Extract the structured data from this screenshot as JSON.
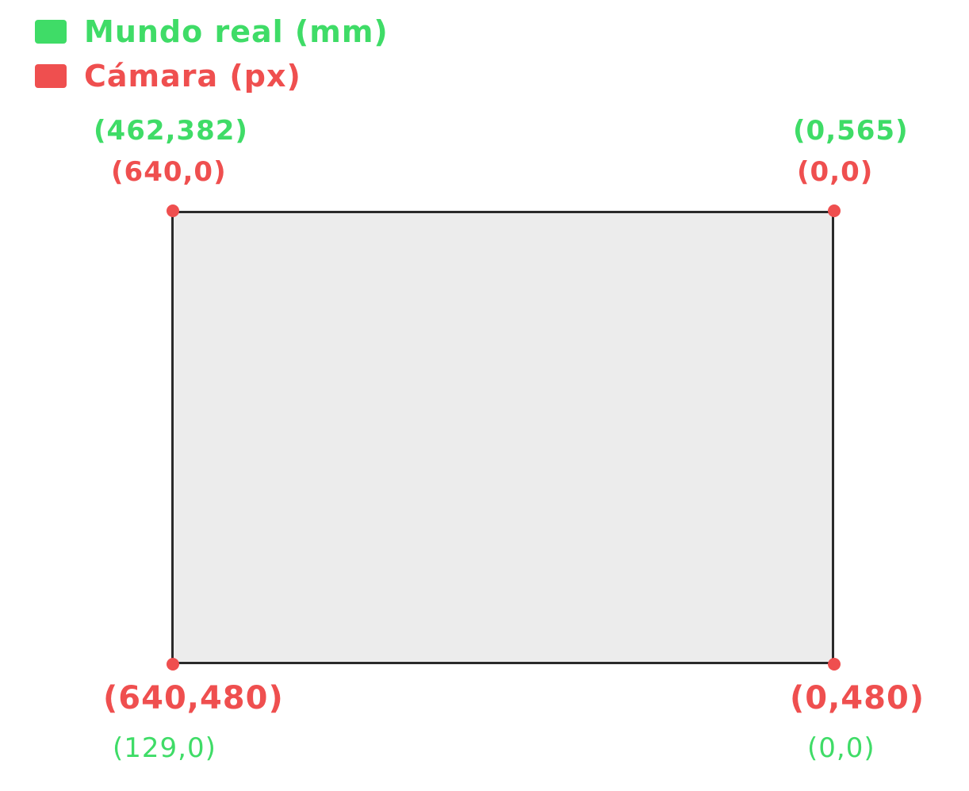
{
  "legend": {
    "items": [
      {
        "label": "Mundo real (mm)",
        "color": "#3fdc67"
      },
      {
        "label": "Cámara (px)",
        "color": "#ef4f4f"
      }
    ]
  },
  "corners": {
    "top_left": {
      "world": "(462,382)",
      "camera": "(640,0)"
    },
    "top_right": {
      "world": "(0,565)",
      "camera": "(0,0)"
    },
    "bottom_left": {
      "camera": "(640,480)",
      "world": "(129,0)"
    },
    "bottom_right": {
      "camera": "(0,480)",
      "world": "(0,0)"
    }
  },
  "colors": {
    "world": "#3fdc67",
    "camera": "#ef4f4f",
    "rect_fill": "#ececec",
    "rect_border": "#2a2a2a"
  }
}
